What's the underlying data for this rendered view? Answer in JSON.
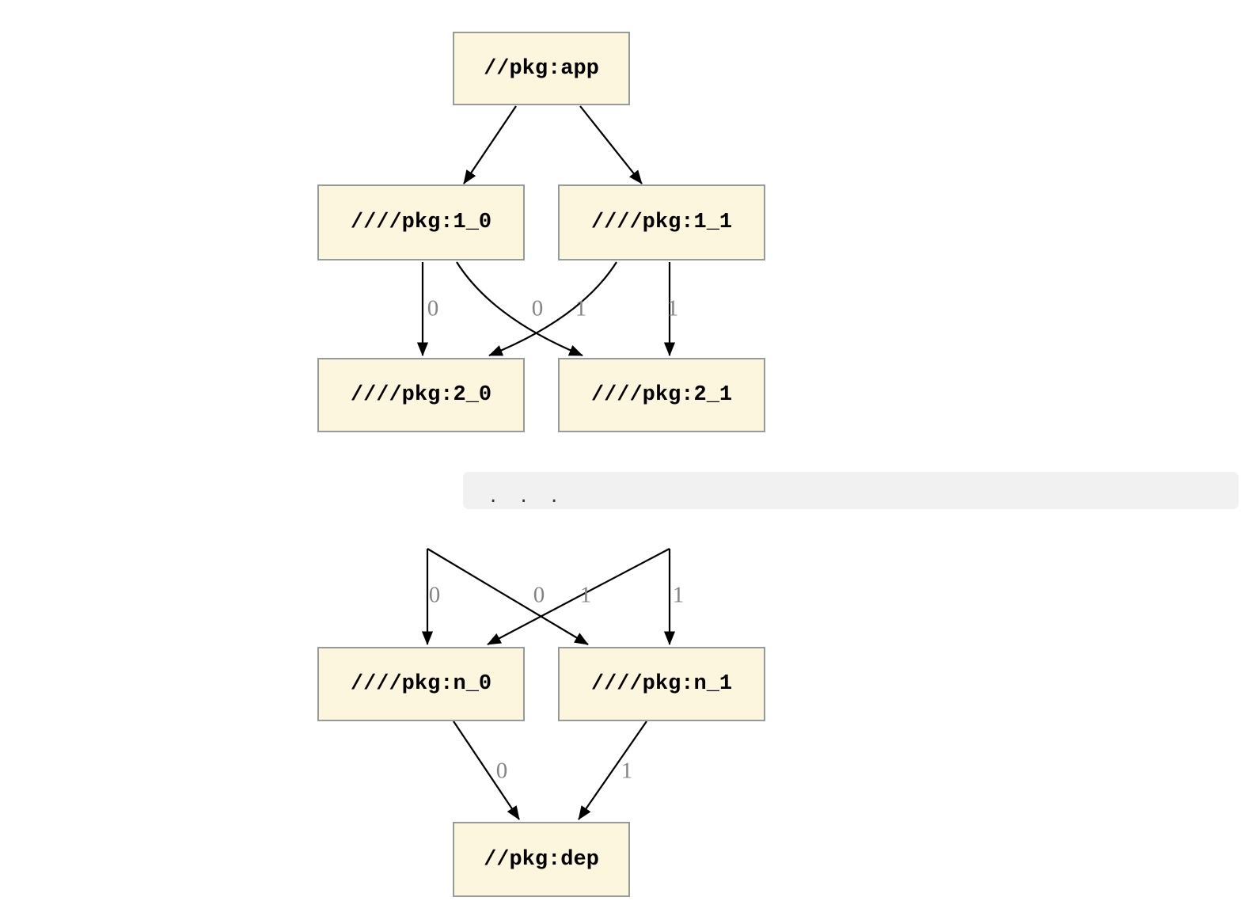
{
  "diagram": {
    "kind": "package-dependency-graph",
    "colors": {
      "node_fill": "#FDF6DE",
      "node_border": "#949B98",
      "edge": "#000000",
      "edge_label": "#848484",
      "ellipsis_bar": "#F1F1F1",
      "ellipsis_text": "#333333"
    },
    "nodes": [
      {
        "id": "app",
        "label": "//pkg:app"
      },
      {
        "id": "1_0",
        "label": "////pkg:1_0"
      },
      {
        "id": "1_1",
        "label": "////pkg:1_1"
      },
      {
        "id": "2_0",
        "label": "////pkg:2_0"
      },
      {
        "id": "2_1",
        "label": "////pkg:2_1"
      },
      {
        "id": "n_0",
        "label": "////pkg:n_0"
      },
      {
        "id": "n_1",
        "label": "////pkg:n_1"
      },
      {
        "id": "dep",
        "label": "//pkg:dep"
      }
    ],
    "ellipsis": ". . .",
    "edges": [
      {
        "from": "//pkg:app",
        "to": "////pkg:1_0",
        "label": ""
      },
      {
        "from": "//pkg:app",
        "to": "////pkg:1_1",
        "label": ""
      },
      {
        "from": "////pkg:1_0",
        "to": "////pkg:2_0",
        "label": "0"
      },
      {
        "from": "////pkg:1_0",
        "to": "////pkg:2_1",
        "label": "1"
      },
      {
        "from": "////pkg:1_1",
        "to": "////pkg:2_0",
        "label": "0"
      },
      {
        "from": "////pkg:1_1",
        "to": "////pkg:2_1",
        "label": "1"
      },
      {
        "from": ". . .",
        "to": "////pkg:n_0",
        "label": "0"
      },
      {
        "from": ". . .",
        "to": "////pkg:n_1",
        "label": "1"
      },
      {
        "from": ". . .",
        "to": "////pkg:n_0",
        "label": "0"
      },
      {
        "from": ". . .",
        "to": "////pkg:n_1",
        "label": "1"
      },
      {
        "from": "////pkg:n_0",
        "to": "//pkg:dep",
        "label": "0"
      },
      {
        "from": "////pkg:n_1",
        "to": "//pkg:dep",
        "label": "1"
      }
    ]
  }
}
